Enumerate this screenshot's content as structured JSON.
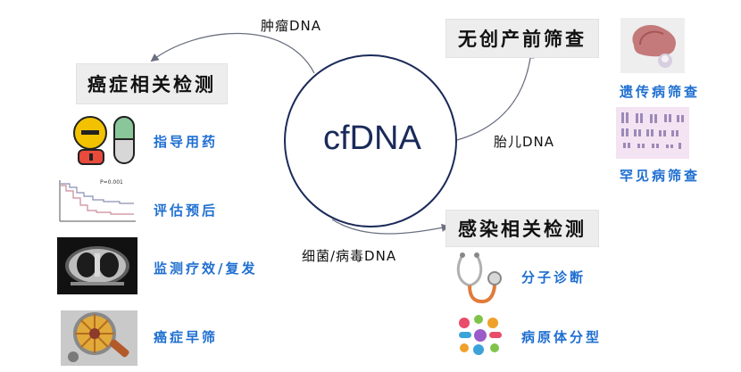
{
  "center": {
    "label": "cfDNA"
  },
  "arrows": {
    "tumor": "肿瘤DNA",
    "fetal": "胎儿DNA",
    "pathogen": "细菌/病毒DNA"
  },
  "cancer": {
    "title": "癌症相关检测",
    "items": [
      "指导用药",
      "评估预后",
      "监测疗效/复发",
      "癌症早筛"
    ],
    "km_pvalue": "P=0.001"
  },
  "prenatal": {
    "title": "无创产前筛查",
    "items": [
      "遗传病筛查",
      "罕见病筛查"
    ]
  },
  "infection": {
    "title": "感染相关检测",
    "items": [
      "分子诊断",
      "病原体分型"
    ]
  },
  "colors": {
    "accent_text": "#1f6fd1",
    "box_bg": "#ededed",
    "circle": "#1a2a5a",
    "connector": "#7a7f8c"
  }
}
